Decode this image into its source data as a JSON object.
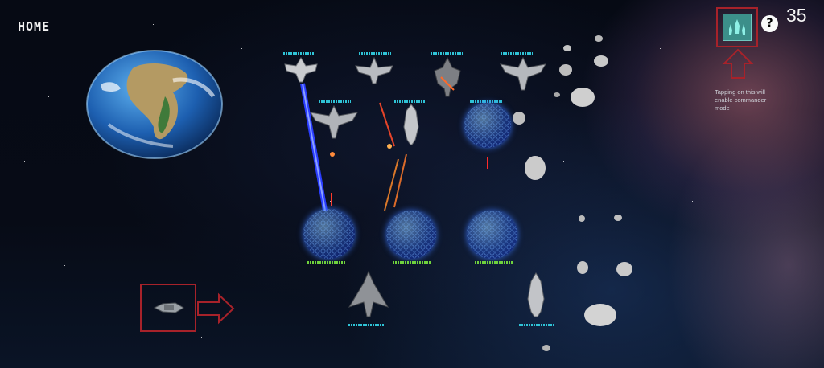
{
  "hud": {
    "home_label": "HOME",
    "score": "35",
    "help_label": "?",
    "commander_hint": "Tapping on this will enable commander mode"
  },
  "icons": {
    "commander": "commander-mode-icon",
    "help": "question-mark-icon",
    "arrow_up": "arrow-up-icon",
    "arrow_right": "arrow-right-icon"
  },
  "colors": {
    "annotation_red": "#a7222a",
    "shield_blue": "#2f6cf0",
    "health_green": "#6fd23c",
    "health_cyan": "#2fc3d6",
    "commander_teal": "#3c8f8a"
  }
}
